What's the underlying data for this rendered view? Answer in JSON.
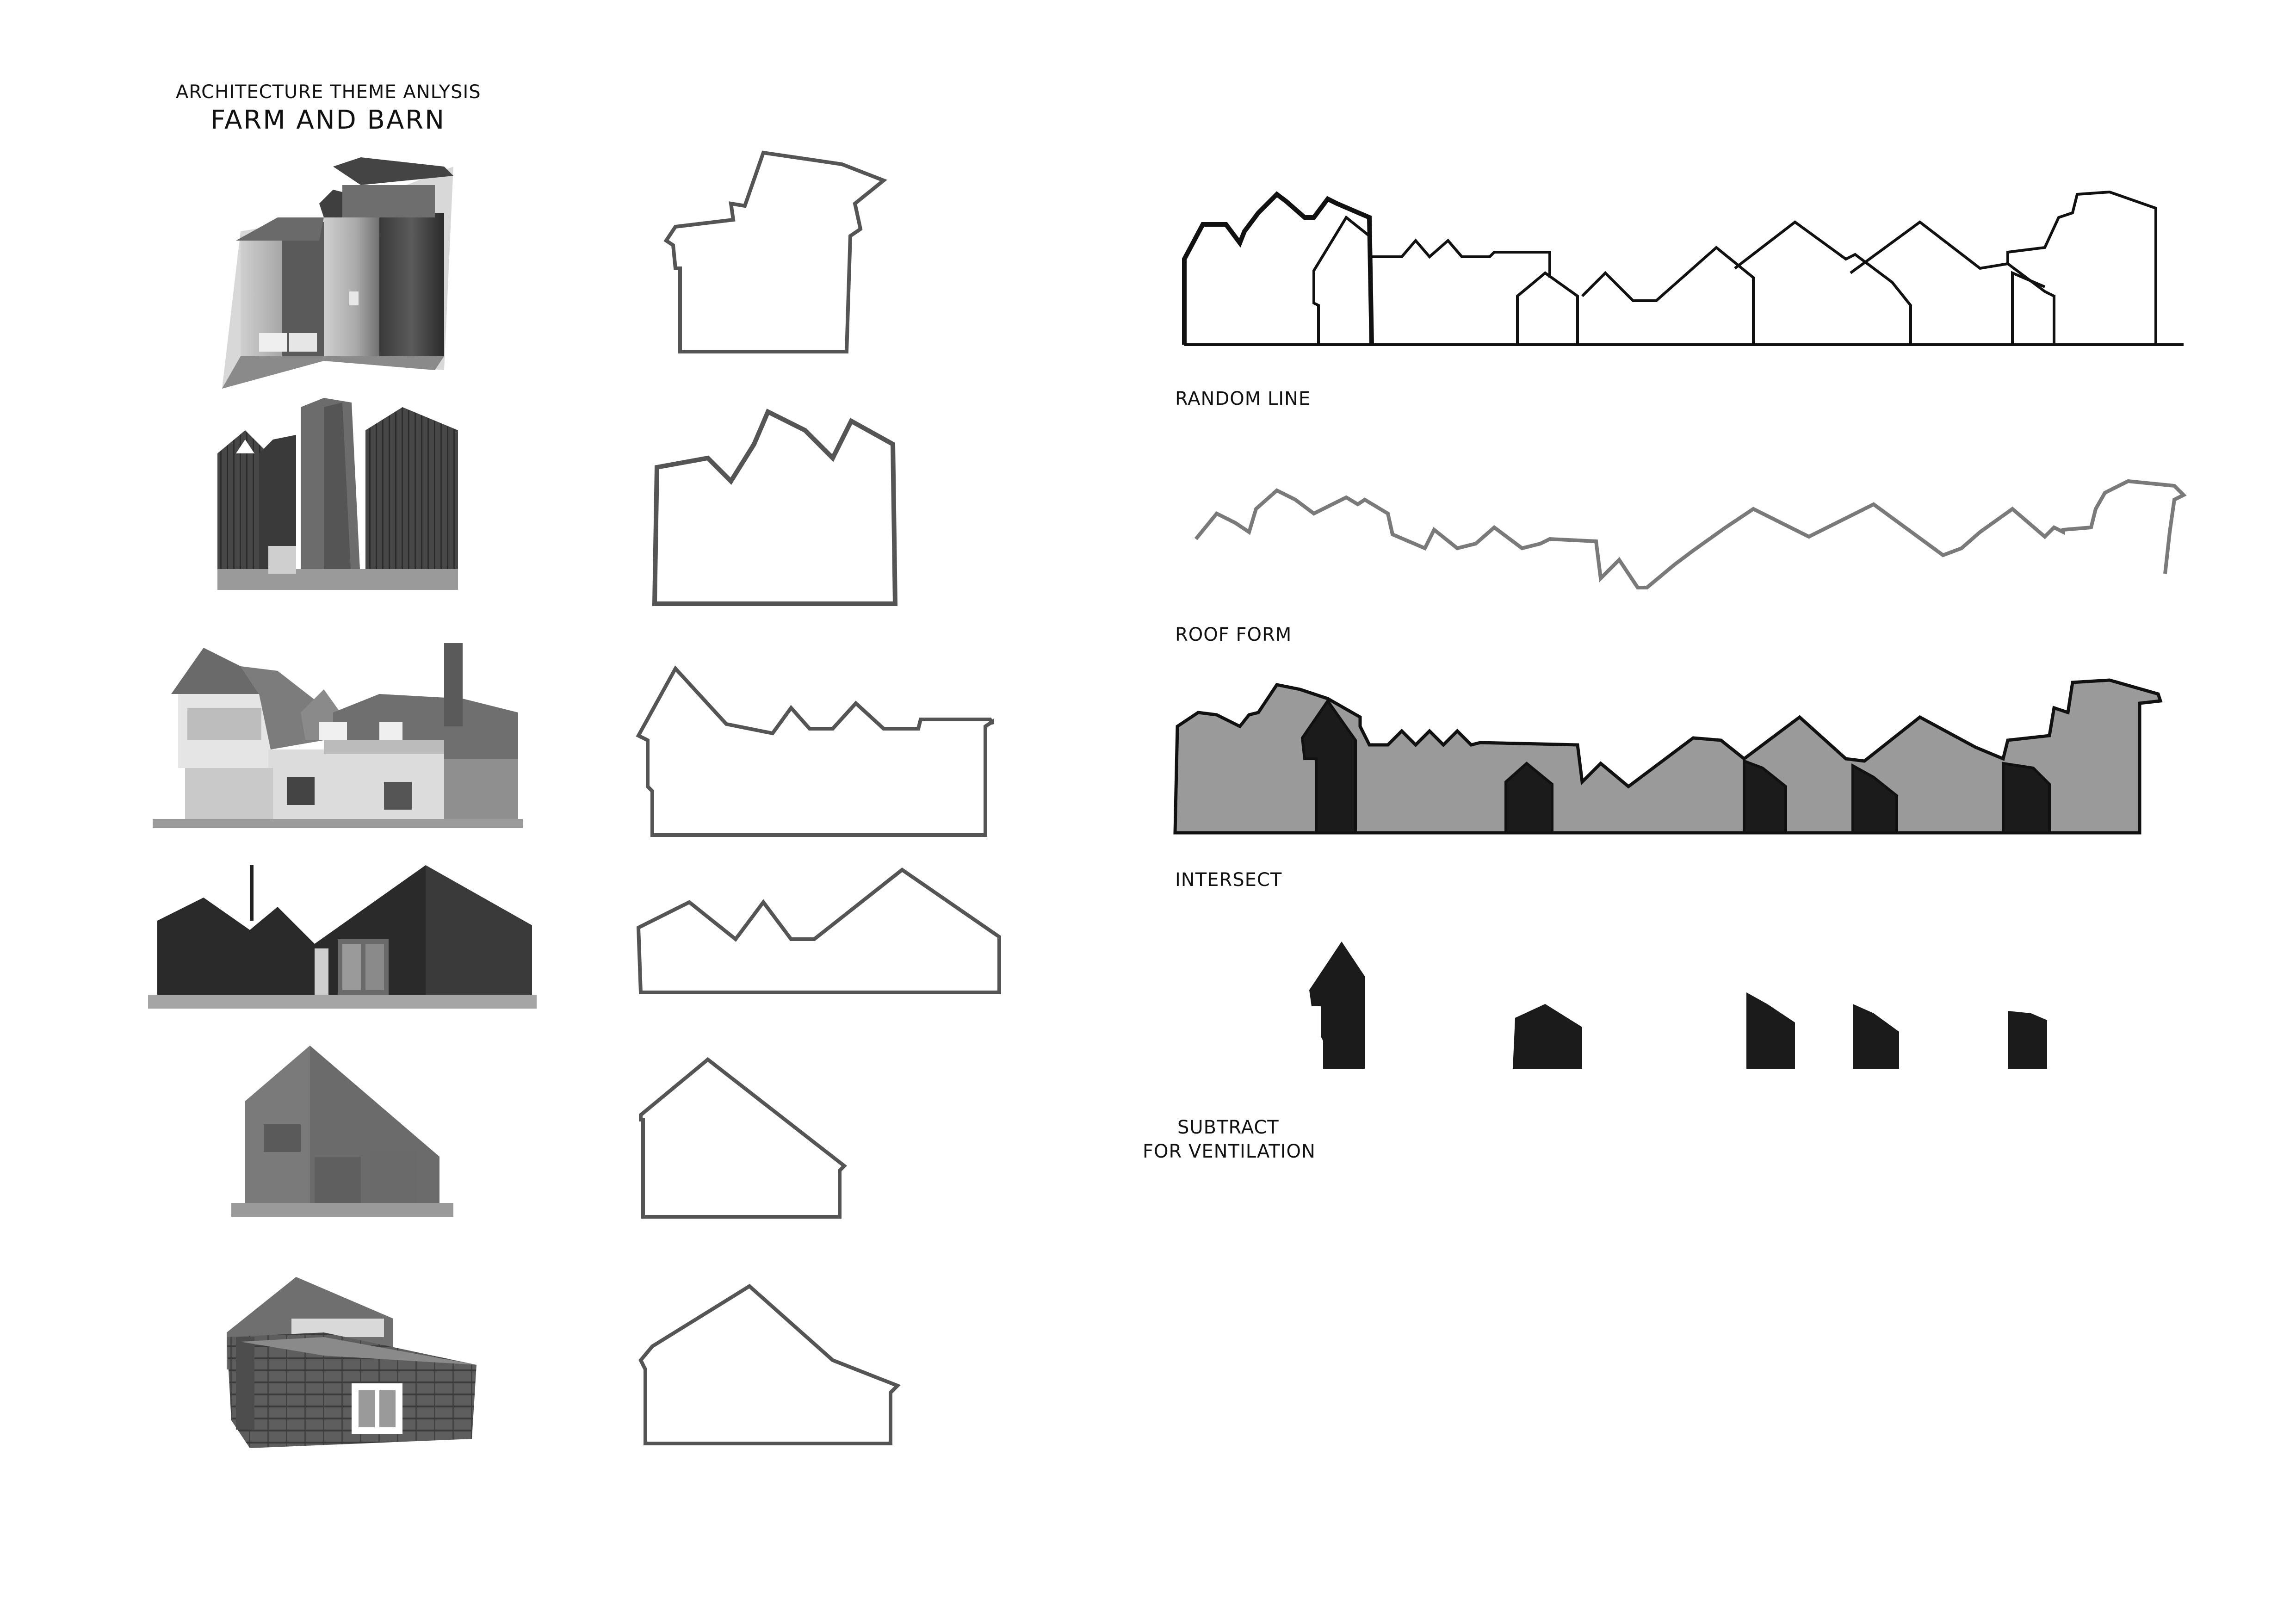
{
  "header": {
    "subtitle": "ARCHITECTURE THEME ANLYSIS",
    "title": "FARM AND BARN"
  },
  "steps": {
    "random_line": "RANDOM LINE",
    "roof_form": "ROOF FORM",
    "intersect": "INTERSECT",
    "subtract_line1": "SUBTRACT",
    "subtract_line2": "FOR VENTILATION"
  },
  "colors": {
    "background": "#ffffff",
    "ink": "#111111",
    "outline_grey": "#555555",
    "roof_fill": "#9a9a9a",
    "void_fill": "#1b1b1b"
  }
}
